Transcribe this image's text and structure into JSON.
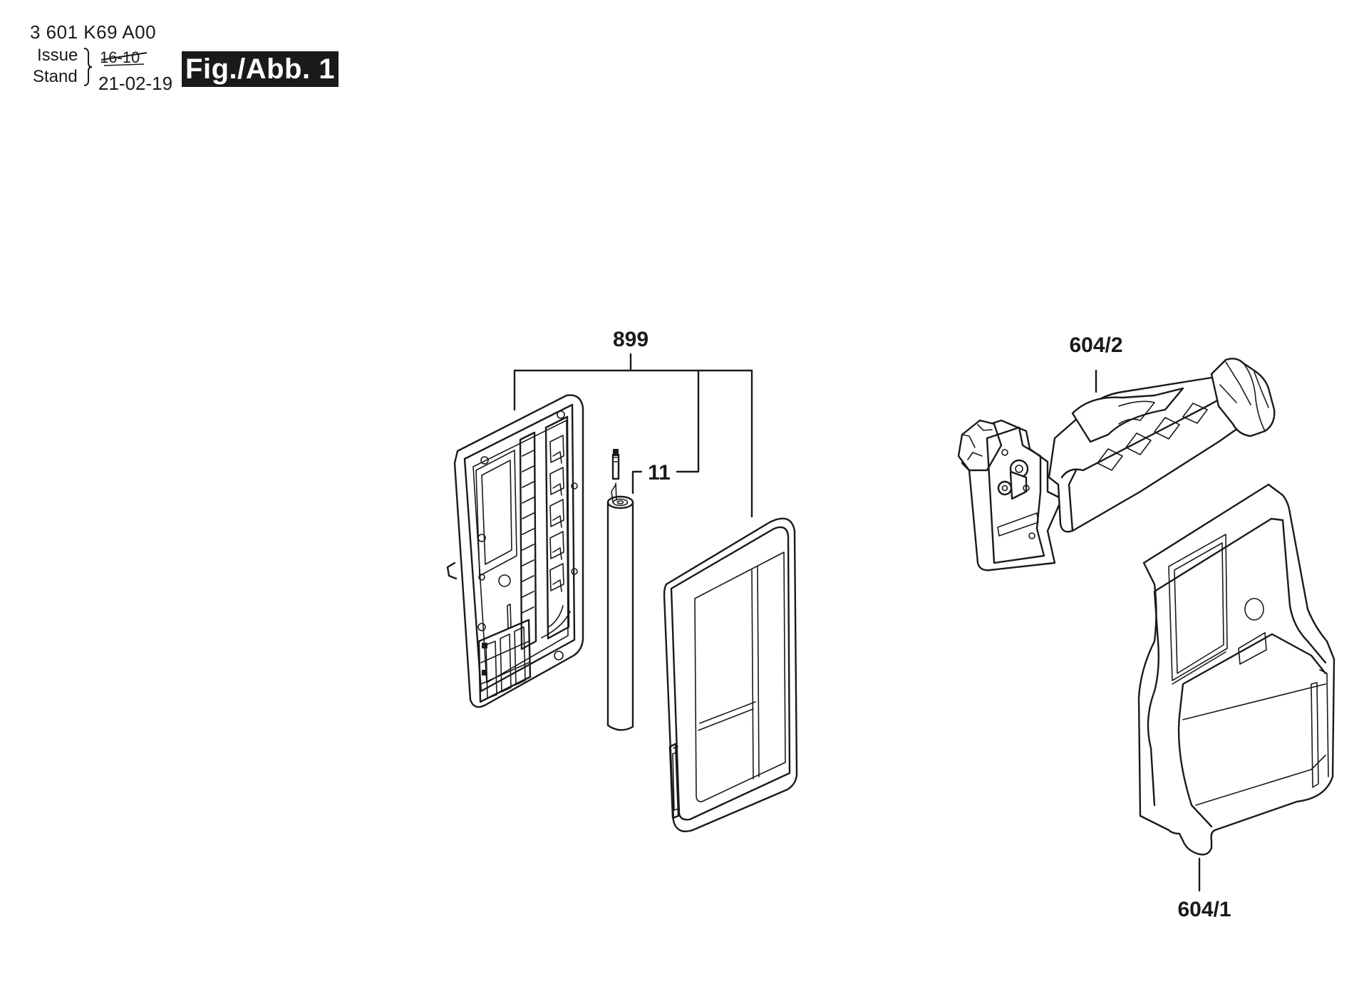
{
  "header": {
    "part_number": "3 601 K69 A00",
    "issue_label": "Issue",
    "stand_label": "Stand",
    "old_date": "16-10",
    "new_date": "21-02-19",
    "figure_badge": "Fig./Abb. 1"
  },
  "callouts": {
    "set": "899",
    "battery": "11",
    "holder_top": "604/2",
    "holder_bottom": "604/1"
  }
}
